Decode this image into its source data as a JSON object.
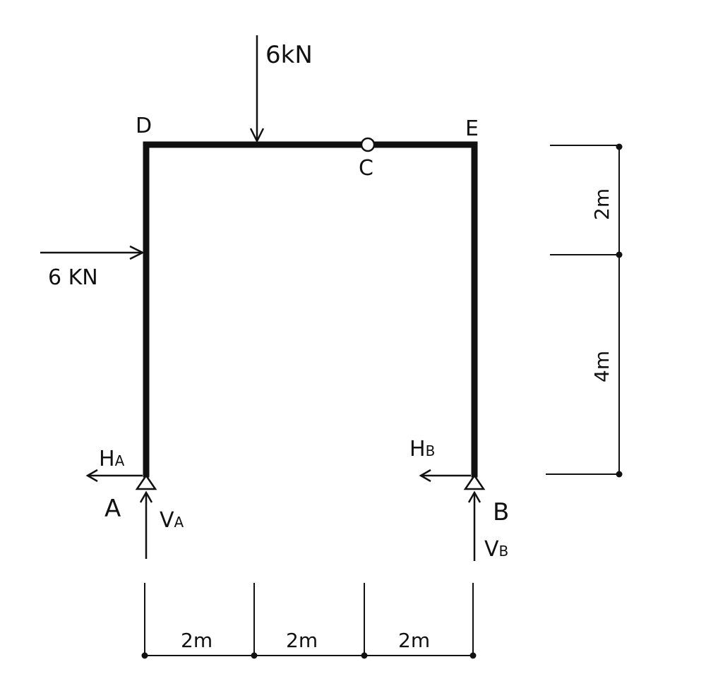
{
  "loads": {
    "top_force": "6kN",
    "side_force": "6 KN"
  },
  "nodes": {
    "a": "A",
    "b": "B",
    "c": "C",
    "d": "D",
    "e": "E"
  },
  "reactions": {
    "ha_main": "H",
    "ha_sub": "A",
    "va_main": "V",
    "va_sub": "A",
    "hb_main": "H",
    "hb_sub": "B",
    "vb_main": "V",
    "vb_sub": "B"
  },
  "dimensions": {
    "bottom": [
      "2m",
      "2m",
      "2m"
    ],
    "right_top": "2m",
    "right_bottom": "4m"
  },
  "colors": {
    "ink": "#111111",
    "background": "#ffffff"
  }
}
